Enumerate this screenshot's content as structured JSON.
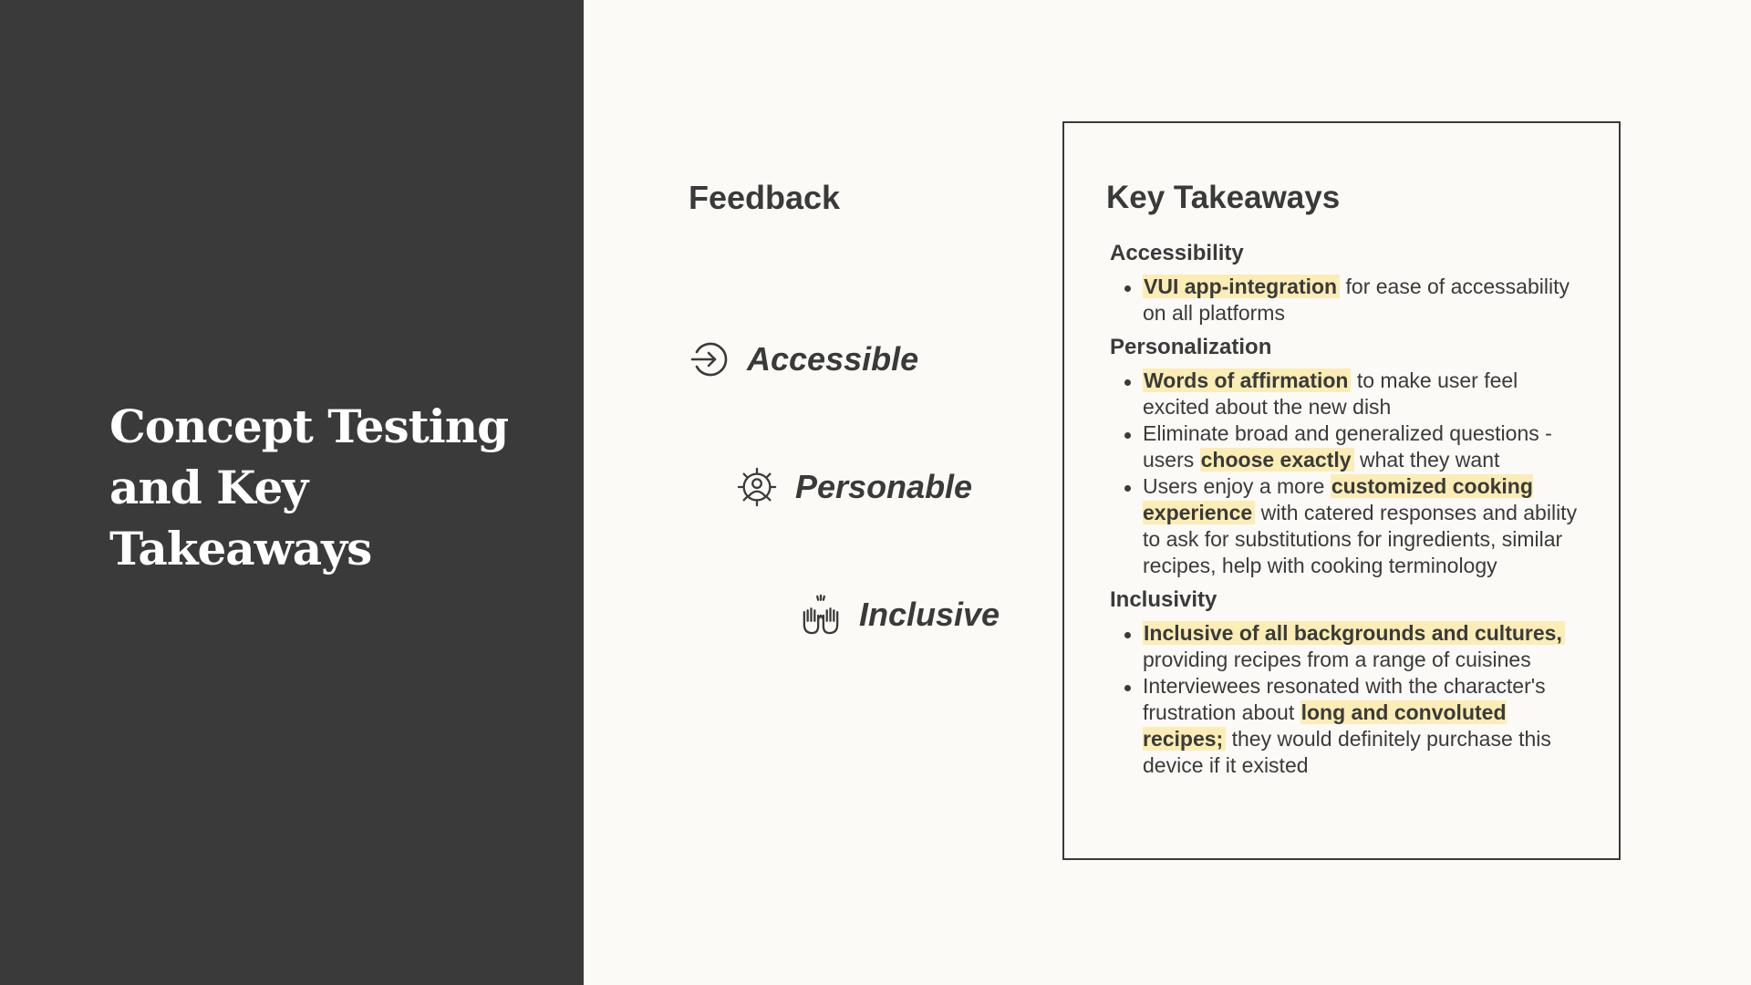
{
  "slide": {
    "title_lines": [
      "Concept Testing",
      "and Key",
      "Takeaways"
    ]
  },
  "feedback": {
    "heading": "Feedback",
    "items": [
      {
        "label": "Accessible",
        "icon": "arrow-circle-icon"
      },
      {
        "label": "Personable",
        "icon": "user-gear-icon"
      },
      {
        "label": "Inclusive",
        "icon": "raised-hands-icon"
      }
    ]
  },
  "takeaways": {
    "heading": "Key Takeaways",
    "sections": [
      {
        "heading": "Accessibility",
        "bullets": [
          {
            "hl": "VUI app-integration",
            "rest": " for ease of accessability on all platforms"
          }
        ]
      },
      {
        "heading": "Personalization",
        "bullets": [
          {
            "hl": "Words of affirmation",
            "rest": " to make user feel excited about the new dish"
          },
          {
            "pre": "Eliminate broad and generalized questions - users ",
            "hl": "choose exactly",
            "rest": " what they want"
          },
          {
            "pre": "Users enjoy a more ",
            "hl": "customized cooking experience",
            "rest": " with catered responses and ability to ask for substitutions for ingredients, similar recipes, help with cooking terminology"
          }
        ]
      },
      {
        "heading": "Inclusivity",
        "bullets": [
          {
            "hl": "Inclusive of all backgrounds and cultures,",
            "rest": " providing recipes from  a range of cuisines"
          },
          {
            "pre": "Interviewees resonated with the character's frustration about ",
            "hl": "long and convoluted recipes;",
            "rest": " they would definitely purchase this device if it existed"
          }
        ]
      }
    ]
  },
  "colors": {
    "dark_panel": "#3A3A3A",
    "background": "#FCFAF7",
    "highlight": "#FBEDB5",
    "text": "#3A3A3A"
  }
}
